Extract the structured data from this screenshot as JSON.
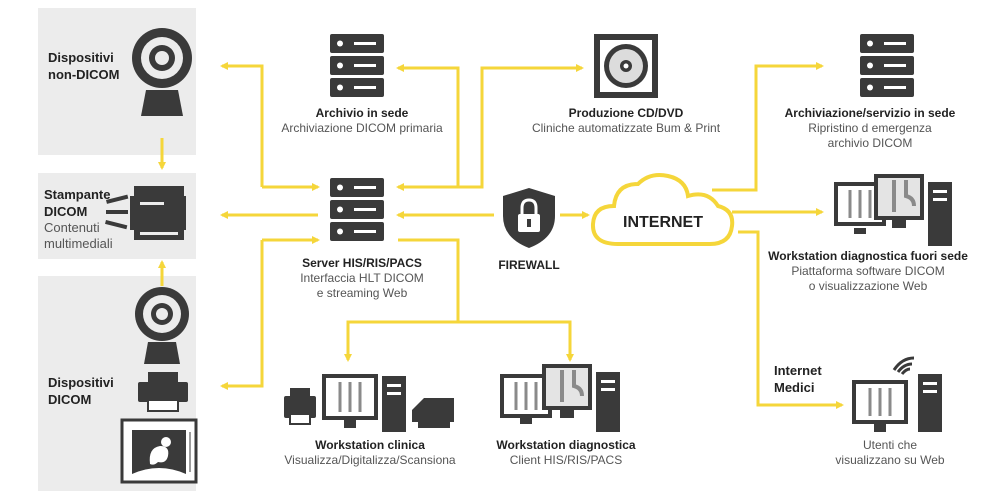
{
  "colors": {
    "accent": "#f5d63a",
    "dark": "#3a3a3a",
    "panel": "#ececec"
  },
  "left": {
    "non_dicom": {
      "title_line1": "Dispositivi",
      "title_line2": "non-DICOM"
    },
    "printer": {
      "title_line1": "Stampante",
      "title_line2": "DICOM",
      "sub_line1": "Contenuti",
      "sub_line2": "multimediali"
    },
    "dicom": {
      "title_line1": "Dispositivi",
      "title_line2": "DICOM"
    }
  },
  "archive": {
    "title": "Archivio in sede",
    "sub": "Archiviazione DICOM primaria"
  },
  "server": {
    "title": "Server HIS/RIS/PACS",
    "sub_line1": "Interfaccia HLT DICOM",
    "sub_line2": "e streaming Web"
  },
  "cd": {
    "title": "Produzione CD/DVD",
    "sub": "Cliniche automatizzate Bum & Print"
  },
  "firewall": {
    "label": "FIREWALL"
  },
  "internet": {
    "label": "INTERNET"
  },
  "archive_remote": {
    "title": "Archiviazione/servizio in sede",
    "sub_line1": "Ripristino d emergenza",
    "sub_line2": "archivio DICOM"
  },
  "remote_ws": {
    "title": "Workstation diagnostica fuori sede",
    "sub_line1": "Piattaforma software DICOM",
    "sub_line2": "o visualizzazione Web"
  },
  "internet_medici": {
    "line1": "Internet",
    "line2": "Medici"
  },
  "web_users": {
    "line1": "Utenti che",
    "line2": "visualizzano su Web"
  },
  "ws_clinica": {
    "title": "Workstation clinica",
    "sub": "Visualizza/Digitalizza/Scansiona"
  },
  "ws_diag": {
    "title": "Workstation diagnostica",
    "sub": "Client HIS/RIS/PACS"
  }
}
